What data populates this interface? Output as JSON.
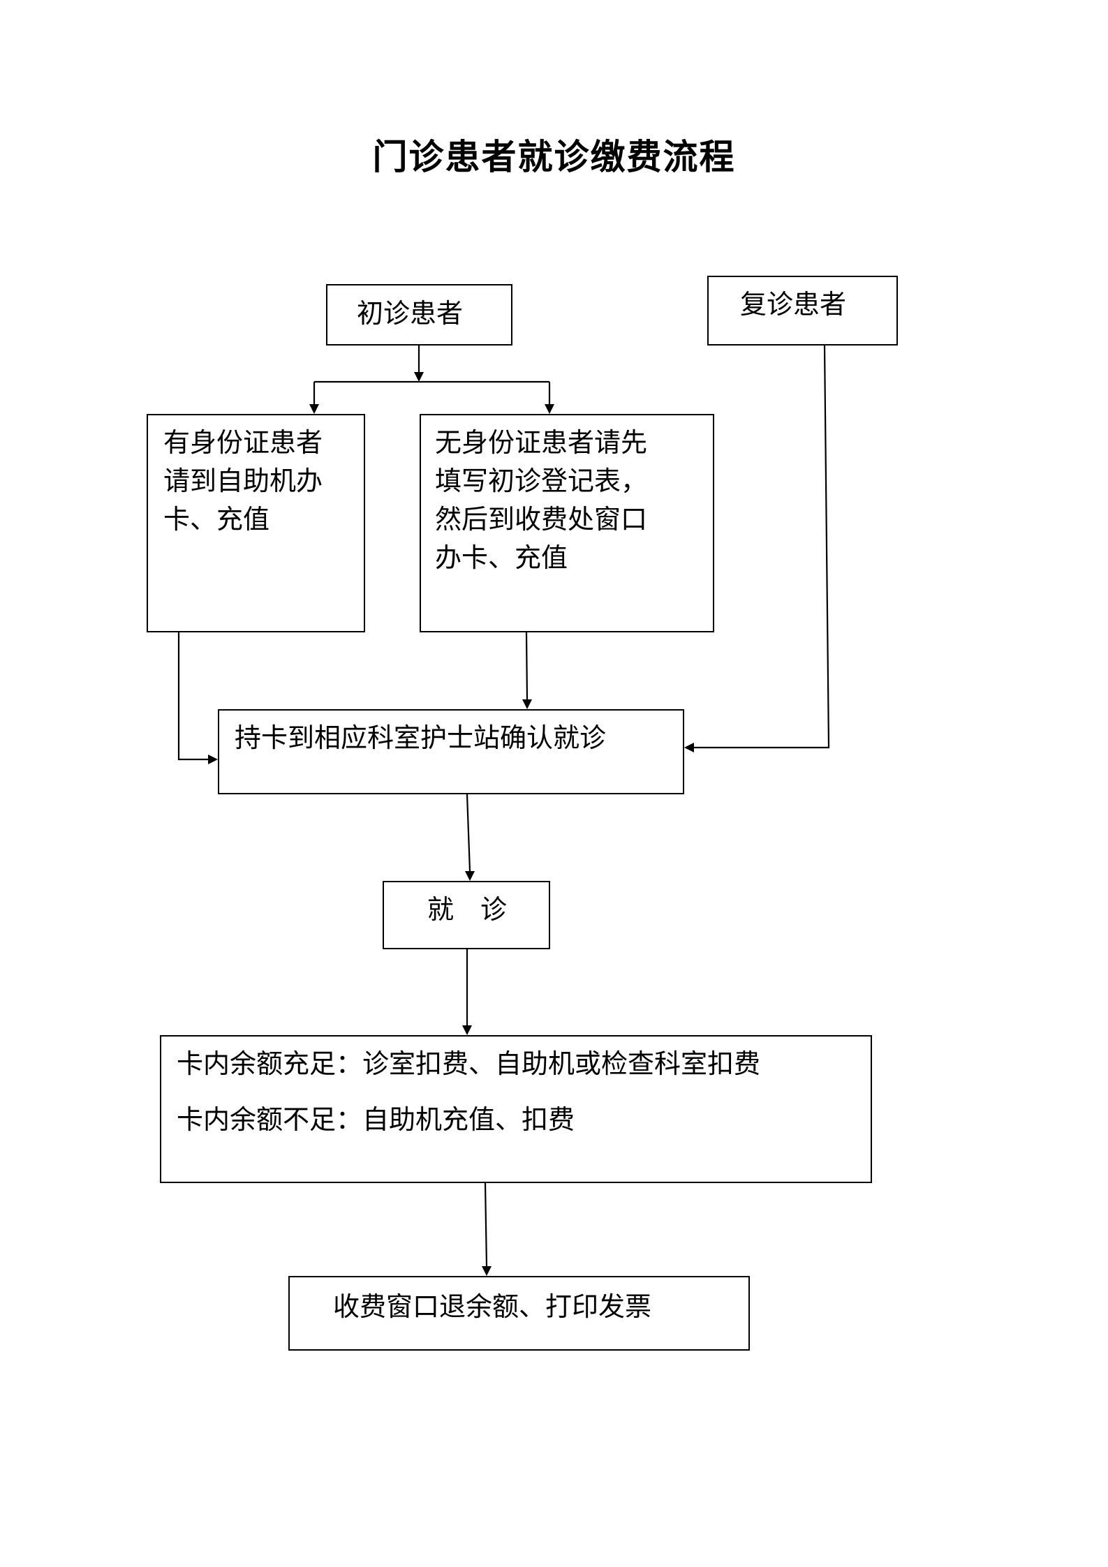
{
  "title": "门诊患者就诊缴费流程",
  "nodes": {
    "first_visit": "初诊患者",
    "return_visit": "复诊患者",
    "with_id": "有身份证患者\n请到自助机办\n卡、充值",
    "without_id": "无身份证患者请先\n填写初诊登记表，\n然后到收费处窗口\n办卡、充值",
    "confirm": "持卡到相应科室护士站确认就诊",
    "consult": "就　诊",
    "balance_sufficient": "卡内余额充足：诊室扣费、自助机或检查科室扣费",
    "balance_insufficient": "卡内余额不足：自助机充值、扣费",
    "refund": "收费窗口退余额、打印发票"
  }
}
